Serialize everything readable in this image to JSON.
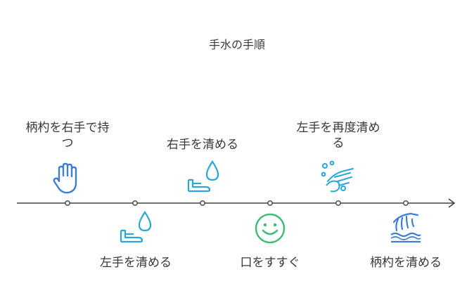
{
  "title": "手水の手順",
  "steps": [
    {
      "label_line1": "柄杓を右手で持",
      "label_line2": "つ",
      "icon": "hand-icon",
      "color": "#3d7fd6"
    },
    {
      "label_line1": "左手を清める",
      "label_line2": "",
      "icon": "water-drop-hand-icon",
      "color": "#2aa6d9"
    },
    {
      "label_line1": "右手を清める",
      "label_line2": "",
      "icon": "water-drop-hand-icon",
      "color": "#2aa6d9"
    },
    {
      "label_line1": "口をすすぐ",
      "label_line2": "",
      "icon": "smiley-icon",
      "color": "#3dbb74"
    },
    {
      "label_line1": "左手を再度清め",
      "label_line2": "る",
      "icon": "washing-hands-icon",
      "color": "#2aa6d9"
    },
    {
      "label_line1": "柄杓を清める",
      "label_line2": "",
      "icon": "hand-over-water-icon",
      "color": "#3d7fd6"
    }
  ]
}
